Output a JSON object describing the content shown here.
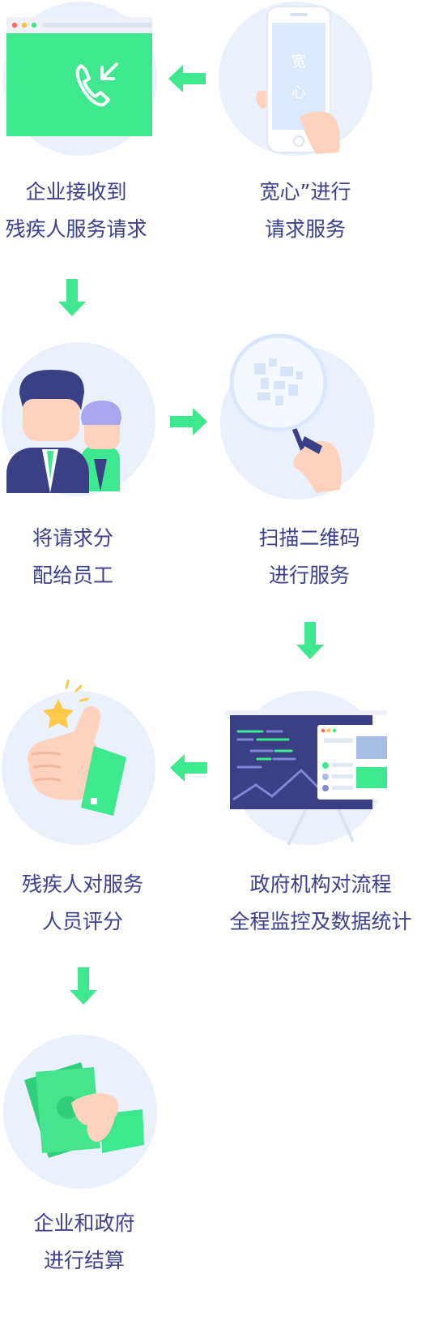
{
  "steps": [
    {
      "id": "receive",
      "lines": [
        "企业接收到",
        "残疾人服务请求"
      ]
    },
    {
      "id": "request",
      "lines": [
        "宽心”进行",
        "请求服务"
      ]
    },
    {
      "id": "assign",
      "lines": [
        "将请求分",
        "配给员工"
      ]
    },
    {
      "id": "scan",
      "lines": [
        "扫描二维码",
        "进行服务"
      ]
    },
    {
      "id": "rate",
      "lines": [
        "残疾人对服务",
        "人员评分"
      ]
    },
    {
      "id": "monitor",
      "lines": [
        "政府机构对流程",
        "全程监控及数据统计"
      ]
    },
    {
      "id": "settle",
      "lines": [
        "企业和政府",
        "进行结算"
      ]
    }
  ],
  "phone_screen_text": [
    "宽",
    "心"
  ],
  "icons": [
    "phone-callback-icon",
    "hand-phone-icon",
    "employees-icon",
    "magnifier-qr-icon",
    "thumbs-up-star-icon",
    "monitor-board-icon",
    "money-hand-icon",
    "flow-arrow-icon"
  ],
  "colors": {
    "accent": "#3de88e",
    "label": "#3d3f8f",
    "circle": "#eaf1fd",
    "navy": "#3b3f86"
  }
}
